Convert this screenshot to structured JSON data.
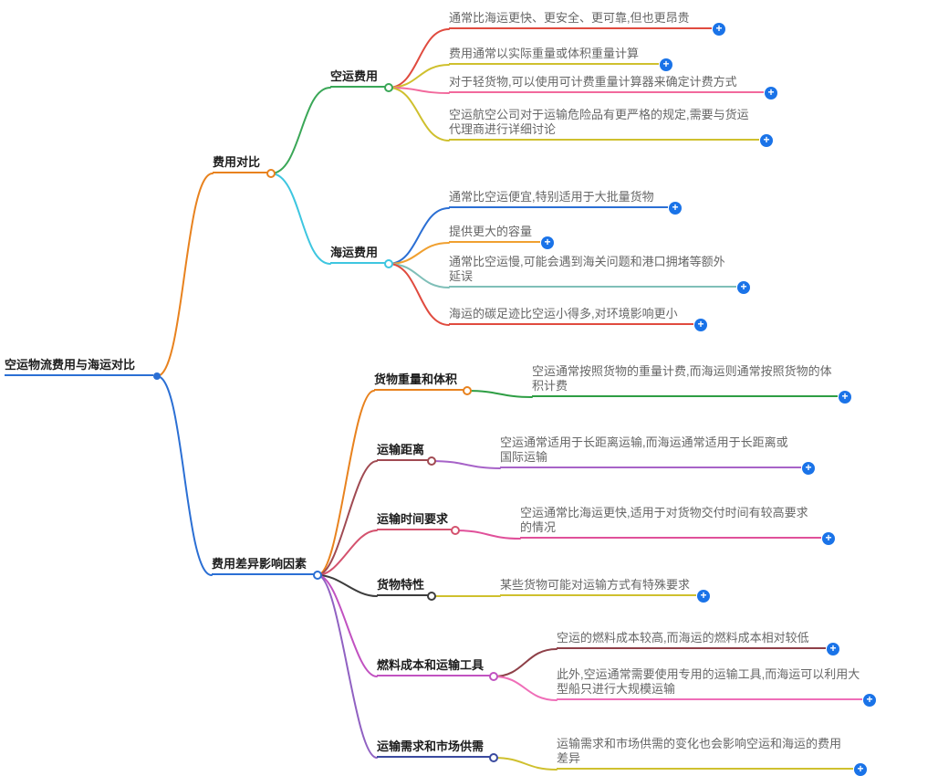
{
  "root": {
    "label": "空运物流费用与海运对比"
  },
  "branches": [
    {
      "label": "费用对比",
      "children": [
        {
          "label": "空运费用",
          "leaves": [
            {
              "text": "通常比海运更快、更安全、更可靠,但也更昂贵"
            },
            {
              "text": "费用通常以实际重量或体积重量计算"
            },
            {
              "text": "对于轻货物,可以使用可计费重量计算器来确定计费方式"
            },
            {
              "text": "空运航空公司对于运输危险品有更严格的规定,需要与货运代理商进行详细讨论"
            }
          ]
        },
        {
          "label": "海运费用",
          "leaves": [
            {
              "text": "通常比空运便宜,特别适用于大批量货物"
            },
            {
              "text": "提供更大的容量"
            },
            {
              "text": "通常比空运慢,可能会遇到海关问题和港口拥堵等额外延误"
            },
            {
              "text": "海运的碳足迹比空运小得多,对环境影响更小"
            }
          ]
        }
      ]
    },
    {
      "label": "费用差异影响因素",
      "children": [
        {
          "label": "货物重量和体积",
          "leaves": [
            {
              "text": "空运通常按照货物的重量计费,而海运则通常按照货物的体积计费"
            }
          ]
        },
        {
          "label": "运输距离",
          "leaves": [
            {
              "text": "空运通常适用于长距离运输,而海运通常适用于长距离或国际运输"
            }
          ]
        },
        {
          "label": "运输时间要求",
          "leaves": [
            {
              "text": "空运通常比海运更快,适用于对货物交付时间有较高要求的情况"
            }
          ]
        },
        {
          "label": "货物特性",
          "leaves": [
            {
              "text": "某些货物可能对运输方式有特殊要求"
            }
          ]
        },
        {
          "label": "燃料成本和运输工具",
          "leaves": [
            {
              "text": "空运的燃料成本较高,而海运的燃料成本相对较低"
            },
            {
              "text": "此外,空运通常需要使用专用的运输工具,而海运可以利用大型船只进行大规模运输"
            }
          ]
        },
        {
          "label": "运输需求和市场供需",
          "leaves": [
            {
              "text": "运输需求和市场供需的变化也会影响空运和海运的费用差异"
            }
          ]
        }
      ]
    }
  ],
  "icons": {
    "plus": "+"
  },
  "palette": {
    "node_blue": "#2b6fd4",
    "orange": "#e8821e",
    "green": "#3aa757",
    "leaf_green": "#2e9e44",
    "cyan": "#3ec6e0",
    "red": "#e04b3f",
    "yellow": "#cfc02e",
    "pink": "#f2699c",
    "amber": "#f0a030",
    "muted_teal": "#7fbfb8",
    "maroon": "#a04a52",
    "crimson": "#d4526e",
    "purple": "#a763c8",
    "magenta": "#e0509a",
    "dark": "#3d3d3d",
    "violet": "#c152c1",
    "dark_red": "#8e4048",
    "rose": "#ef6eb8",
    "navy": "#3a4a9f",
    "plus_blue": "#1a73e8"
  }
}
